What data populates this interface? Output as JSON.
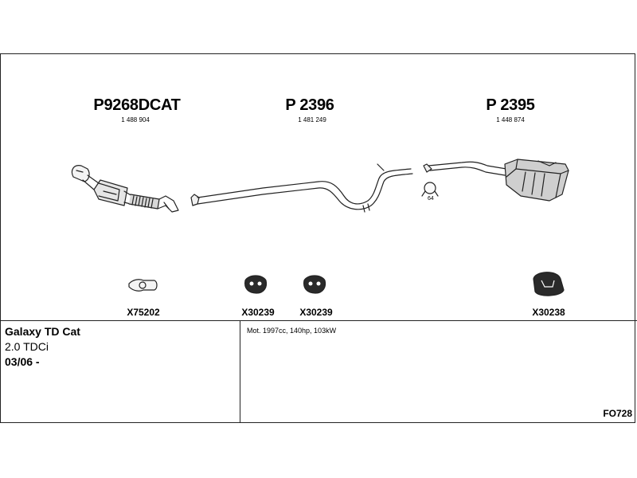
{
  "parts": [
    {
      "code": "P9268DCAT",
      "number": "1 488 904"
    },
    {
      "code": "P 2396",
      "number": "1 481 249"
    },
    {
      "code": "P 2395",
      "number": "1 448 874"
    }
  ],
  "clamp_label": "64",
  "hardware": [
    {
      "code": "X75202"
    },
    {
      "code": "X30239"
    },
    {
      "code": "X30239"
    },
    {
      "code": "X30238"
    }
  ],
  "vehicle": {
    "model": "Galaxy TD Cat",
    "engine": "2.0 TDCi",
    "date": "03/06 -"
  },
  "spec": "Mot. 1997cc, 140hp, 103kW",
  "reference": "FO728"
}
